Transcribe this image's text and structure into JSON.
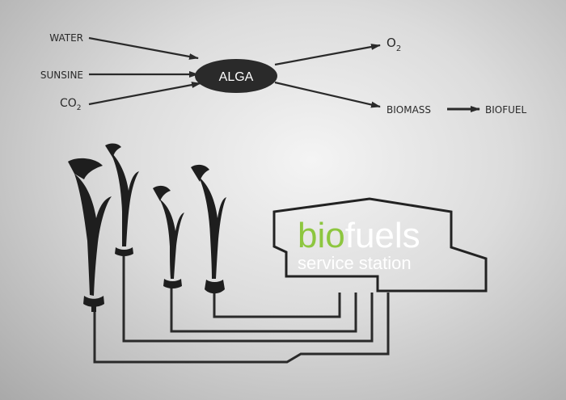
{
  "diagram": {
    "inputs": [
      {
        "label": "WATER"
      },
      {
        "label": "SUNSINE"
      },
      {
        "label": "CO",
        "subscript": "2"
      }
    ],
    "center": {
      "label": "ALGA"
    },
    "outputs": [
      {
        "label": "O",
        "subscript": "2"
      },
      {
        "label": "BIOMASS"
      }
    ],
    "product": {
      "label": "BIOFUEL"
    }
  },
  "station": {
    "brand_part1": "bio",
    "brand_part2": "fuels",
    "subtitle": "service station",
    "colors": {
      "bio": "#8dc63f",
      "fuels": "#ffffff",
      "subtitle": "#ffffff",
      "outline": "#222222"
    }
  },
  "plants": {
    "count": 4,
    "color": "#1e1e1e"
  }
}
